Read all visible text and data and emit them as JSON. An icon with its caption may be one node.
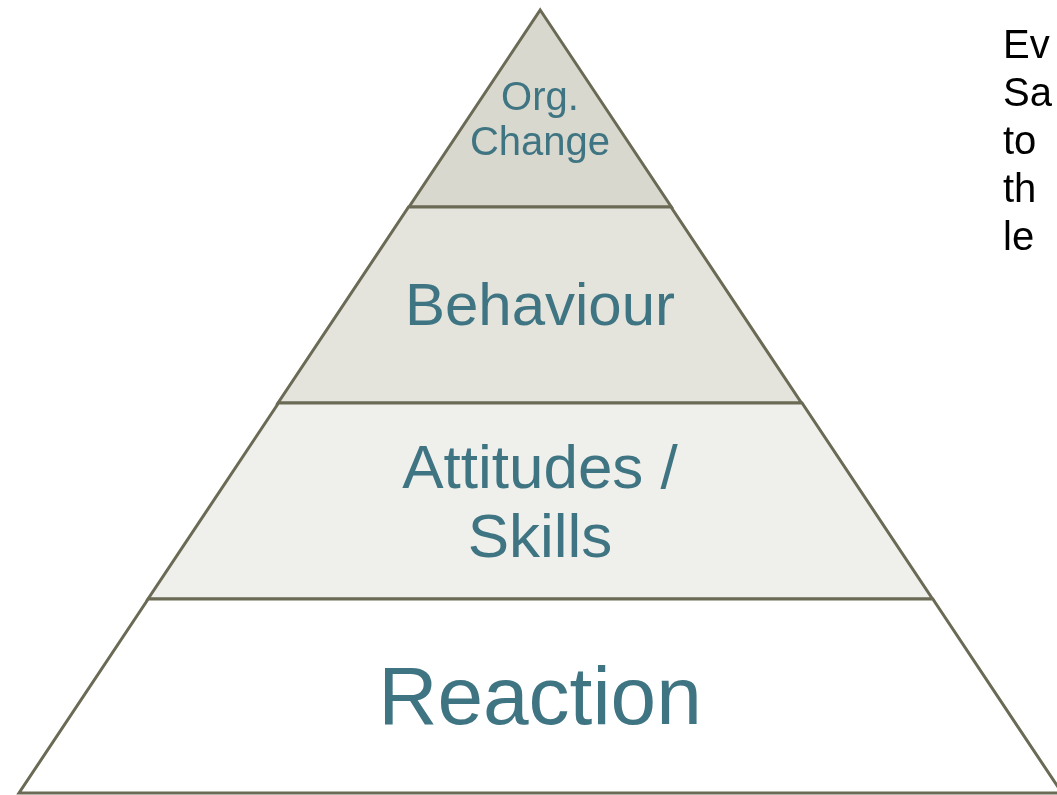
{
  "diagram": {
    "nodes": [
      {
        "text": [
          "Org. Change"
        ]
      },
      {
        "text": [
          "Behaviour"
        ]
      },
      {
        "text": [
          "Attitudes / Skills"
        ]
      },
      {
        "text": [
          "Reaction"
        ]
      }
    ],
    "labels": [
      "Ev",
      "Sa",
      "to",
      "th",
      "le"
    ]
  }
}
